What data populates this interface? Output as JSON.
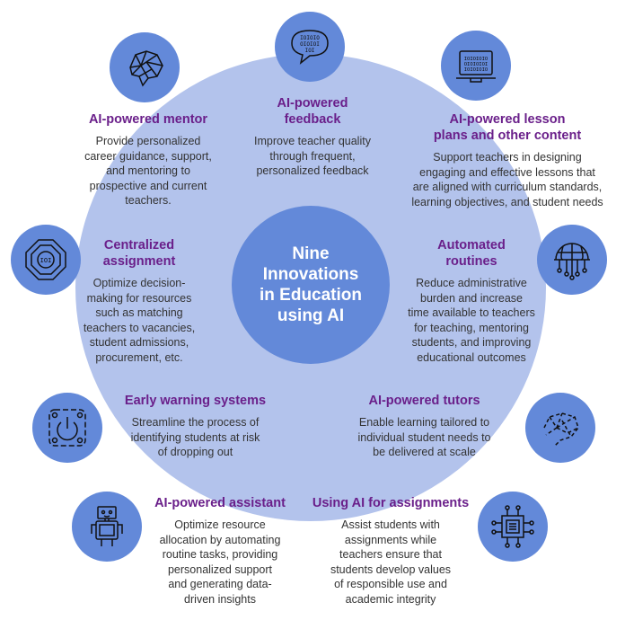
{
  "center": {
    "title": "Nine\nInnovations\nin Education\nusing AI"
  },
  "colors": {
    "outer_circle": "#b3c3ec",
    "inner_circle": "#6389d9",
    "icon_circle": "#6389d9",
    "title": "#6a1f8a",
    "body_text": "#333333"
  },
  "items": [
    {
      "title": "AI-powered mentor",
      "description": "Provide personalized\ncareer guidance, support,\nand mentoring to\nprospective and current\nteachers.",
      "icon": "brain-network-icon"
    },
    {
      "title": "AI-powered\nfeedback",
      "description": "Improve teacher quality\nthrough frequent,\npersonalized feedback",
      "icon": "speech-bubble-binary-icon"
    },
    {
      "title": "AI-powered lesson\nplans and other content",
      "description": "Support teachers in designing\nengaging and effective lessons that\nare aligned with curriculum standards,\nlearning objectives, and student needs",
      "icon": "laptop-binary-icon"
    },
    {
      "title": "Centralized\nassignment",
      "description": "Optimize decision-\nmaking for resources\nsuch as matching\nteachers to vacancies,\nstudent admissions,\nprocurement, etc.",
      "icon": "octagon-network-icon"
    },
    {
      "title": "Automated\nroutines",
      "description": "Reduce administrative\nburden and increase\ntime available to teachers\nfor teaching, mentoring\nstudents, and improving\neducational outcomes",
      "icon": "globe-circuit-icon"
    },
    {
      "title": "Early warning systems",
      "description": "Streamline the process of\nidentifying students at risk\nof dropping out",
      "icon": "power-button-icon"
    },
    {
      "title": "AI-powered tutors",
      "description": "Enable learning tailored to\nindividual student needs to\nbe delivered at scale",
      "icon": "dashed-brain-icon"
    },
    {
      "title": "AI-powered assistant",
      "description": "Optimize resource\nallocation by automating\nroutine tasks, providing\npersonalized support\nand generating data-\ndriven insights",
      "icon": "robot-icon"
    },
    {
      "title": "Using AI for assignments",
      "description": "Assist students with\nassignments while\nteachers ensure that\nstudents develop values\nof responsible use and\nacademic integrity",
      "icon": "chip-circuit-icon"
    }
  ]
}
